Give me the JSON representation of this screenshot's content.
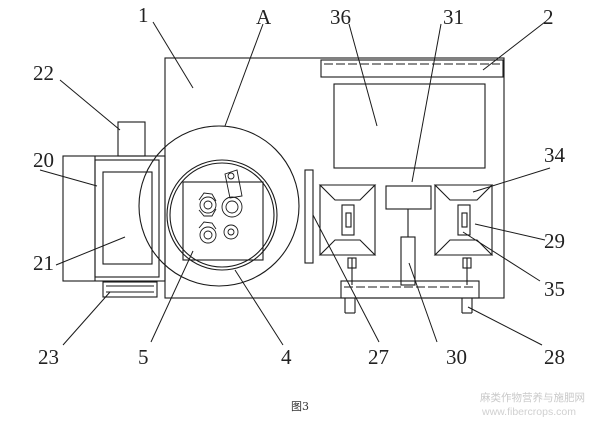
{
  "figure": {
    "caption": "图3",
    "watermark_cn": "麻类作物营养与施肥网",
    "watermark_url": "www.fibercrops.com",
    "labels": {
      "l1": "1",
      "lA": "A",
      "l36": "36",
      "l31": "31",
      "l2": "2",
      "l22": "22",
      "l20": "20",
      "l34": "34",
      "l21": "21",
      "l29": "29",
      "l35": "35",
      "l23": "23",
      "l5": "5",
      "l4": "4",
      "l27": "27",
      "l30": "30",
      "l28": "28"
    }
  }
}
